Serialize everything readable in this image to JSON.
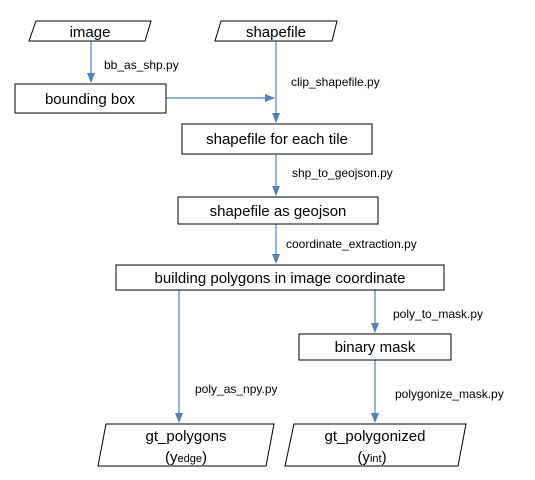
{
  "colors": {
    "stroke": "#000000",
    "arrow": "#4f81bd",
    "fill": "#ffffff",
    "text": "#000000"
  },
  "nodes": {
    "image": "image",
    "shapefile": "shapefile",
    "bounding_box": "bounding box",
    "shapefile_each_tile": "shapefile for each tile",
    "shapefile_geojson": "shapefile as geojson",
    "building_polygons": "building polygons in image coordinate",
    "binary_mask": "binary mask",
    "gt_polygons": "gt_polygons",
    "gt_polygons_sub_open": "(y",
    "gt_polygons_sub": "edge",
    "gt_polygons_sub_close": ")",
    "gt_polygonized": "gt_polygonized",
    "gt_polygonized_sub_open": "(y",
    "gt_polygonized_sub": "int",
    "gt_polygonized_sub_close": ")"
  },
  "edges": {
    "bb_as_shp": "bb_as_shp.py",
    "clip_shapefile": "clip_shapefile.py",
    "shp_to_geojson": "shp_to_geojson.py",
    "coordinate_extraction": "coordinate_extraction.py",
    "poly_to_mask": "poly_to_mask.py",
    "poly_as_npy": "poly_as_npy.py",
    "polygonize_mask": "polygonize_mask.py"
  }
}
